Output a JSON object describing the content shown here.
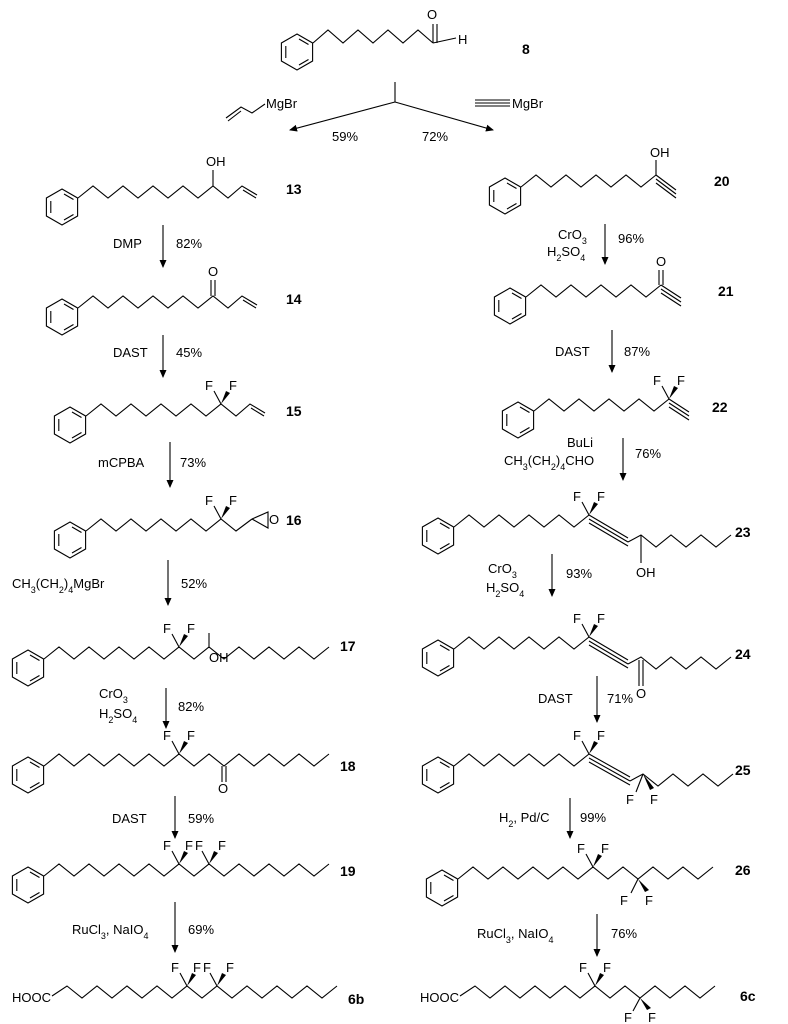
{
  "compounds": {
    "c8": "8",
    "c13": "13",
    "c14": "14",
    "c15": "15",
    "c16": "16",
    "c17": "17",
    "c18": "18",
    "c19": "19",
    "c6b": "6b",
    "c20": "20",
    "c21": "21",
    "c22": "22",
    "c23": "23",
    "c24": "24",
    "c25": "25",
    "c26": "26",
    "c6c": "6c"
  },
  "atoms": {
    "O": "O",
    "H": "H",
    "OH": "OH",
    "F": "F",
    "HOOC": "HOOC"
  },
  "reagents": {
    "allyl_grignard": "MgBr",
    "ethynyl_grignard": "MgBr",
    "yield_left_split": "59%",
    "yield_right_split": "72%",
    "dmp": "DMP",
    "dmp_yield": "82%",
    "dast_14": "DAST",
    "dast_14_yield": "45%",
    "mcpba": "mCPBA",
    "mcpba_yield": "73%",
    "grignard_16_yield": "52%",
    "cro3_17_yield": "82%",
    "dast_18": "DAST",
    "dast_18_yield": "59%",
    "ru_19_yield": "69%",
    "cro3_20_yield": "96%",
    "dast_21": "DAST",
    "dast_21_yield": "87%",
    "buli": "BuLi",
    "buli_yield": "76%",
    "cro3_23_yield": "93%",
    "dast_24": "DAST",
    "dast_24_yield": "71%",
    "h2": "H",
    "pdc": ", Pd/C",
    "h2_yield": "99%",
    "ru_26_yield": "76%"
  }
}
